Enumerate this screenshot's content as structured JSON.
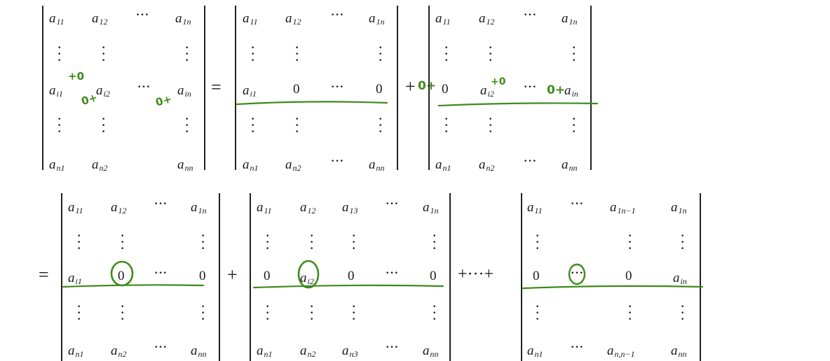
{
  "sym": {
    "a": "a",
    "zero": "0",
    "cdots": "···",
    "eq": "=",
    "plus": "+",
    "plus_cdots_plus": "+···+"
  },
  "subs": {
    "11": "11",
    "12": "12",
    "13": "13",
    "1n": "1n",
    "1n_minus_1": "1n−1",
    "i1": "i1",
    "i2": "i2",
    "in": "in",
    "n1": "n1",
    "n2": "n2",
    "n3": "n3",
    "nn": "nn",
    "n_n_minus_1": "n,n−1"
  },
  "handwriting": {
    "plus_zero": "+0",
    "zero_plus": "0+",
    "plus_zero_plus": "+0+",
    "color": "#3f8a1c"
  },
  "colors": {
    "ink": "#3f8a1c",
    "text": "#1a1a1a"
  }
}
